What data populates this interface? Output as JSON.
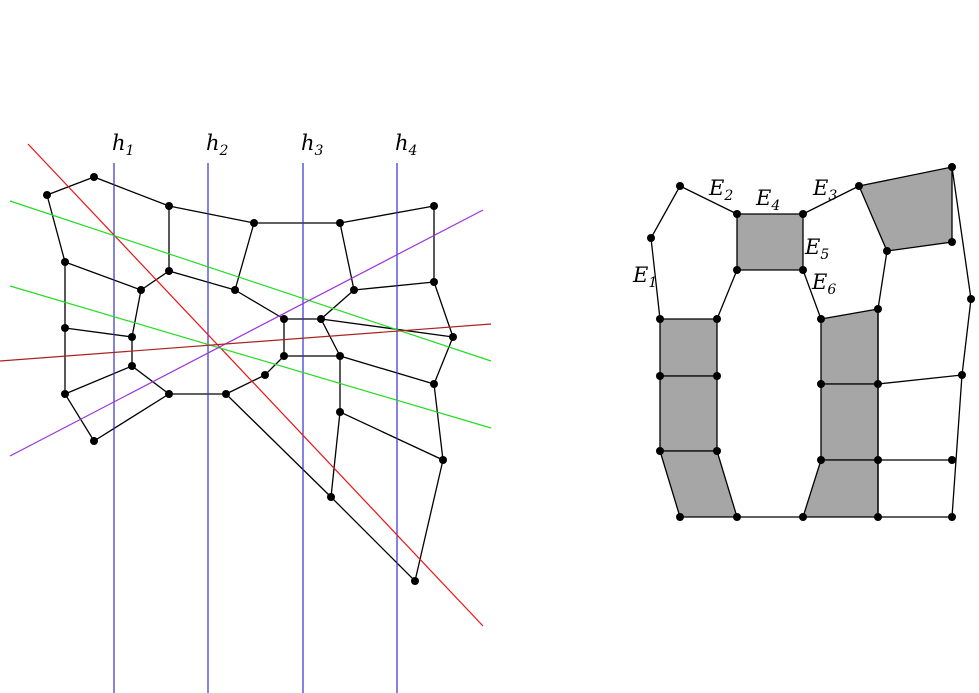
{
  "colors": {
    "vertical_lines": "#3333cc",
    "red_line": "#ee1111",
    "green_lines": "#22dd22",
    "purple_line": "#9933dd",
    "darkred_line": "#aa2222",
    "shaded_face": "#a6a6a6",
    "edges": "#000000"
  },
  "left_figure": {
    "line_labels": [
      {
        "base": "h",
        "sub": "1"
      },
      {
        "base": "h",
        "sub": "2"
      },
      {
        "base": "h",
        "sub": "3"
      },
      {
        "base": "h",
        "sub": "4"
      }
    ]
  },
  "right_figure": {
    "edge_labels": [
      {
        "base": "E",
        "sub": "1"
      },
      {
        "base": "E",
        "sub": "2"
      },
      {
        "base": "E",
        "sub": "3"
      },
      {
        "base": "E",
        "sub": "4"
      },
      {
        "base": "E",
        "sub": "5"
      },
      {
        "base": "E",
        "sub": "6"
      }
    ]
  }
}
